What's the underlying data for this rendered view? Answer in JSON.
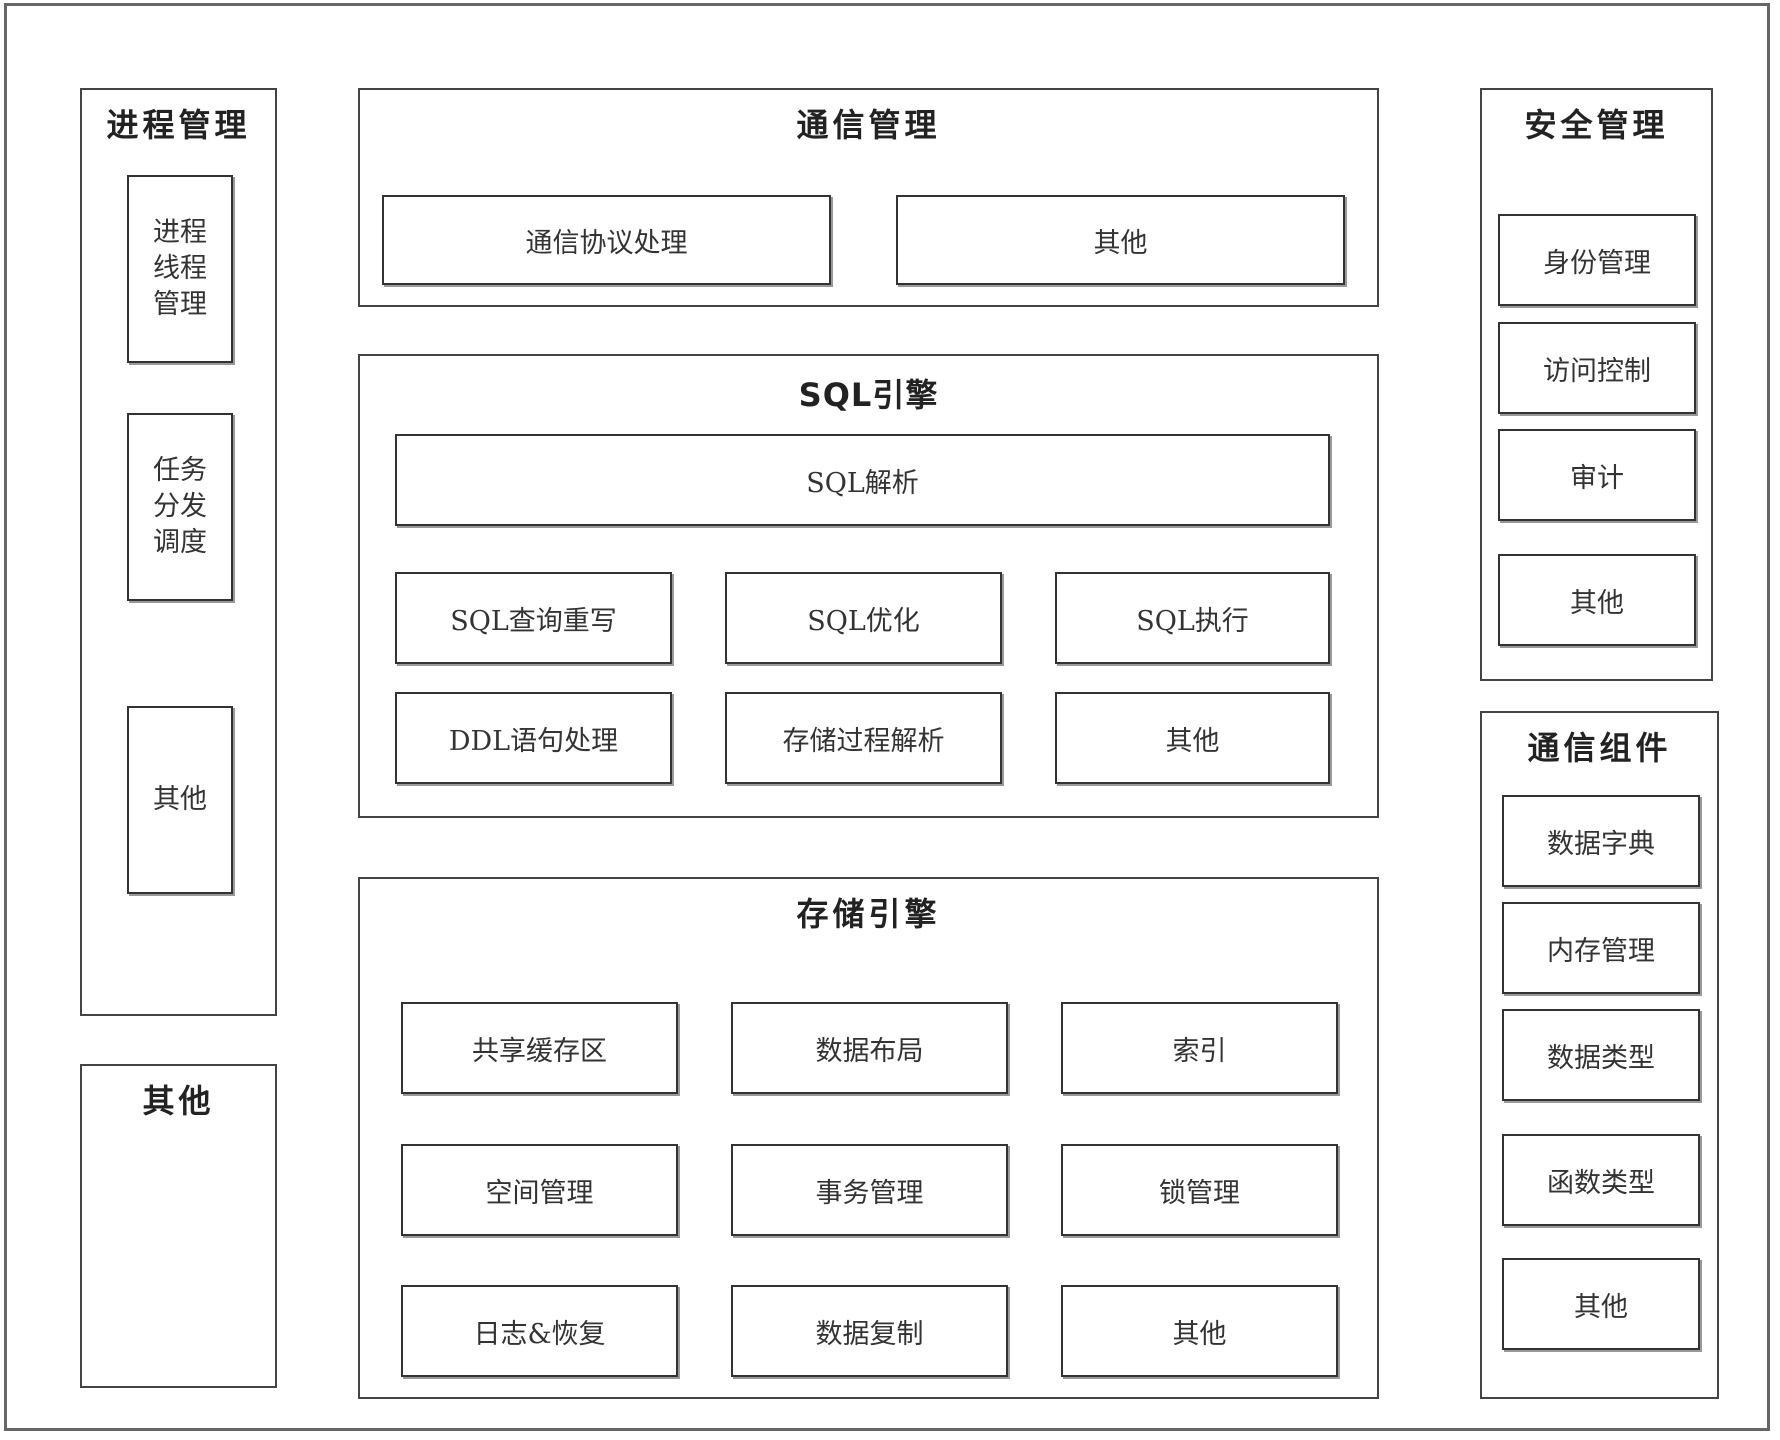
{
  "process_mgmt": {
    "title": "进程管理",
    "items": [
      "进程\n线程\n管理",
      "任务\n分发\n调度",
      "其他"
    ]
  },
  "left_other": {
    "title": "其他"
  },
  "comm_mgmt": {
    "title": "通信管理",
    "items": [
      "通信协议处理",
      "其他"
    ]
  },
  "sql_engine": {
    "title": "SQL引擎",
    "parse": "SQL解析",
    "items": [
      "SQL查询重写",
      "SQL优化",
      "SQL执行",
      "DDL语句处理",
      "存储过程解析",
      "其他"
    ]
  },
  "storage_engine": {
    "title": "存储引擎",
    "items": [
      "共享缓存区",
      "数据布局",
      "索引",
      "空间管理",
      "事务管理",
      "锁管理",
      "日志&恢复",
      "数据复制",
      "其他"
    ]
  },
  "security_mgmt": {
    "title": "安全管理",
    "items": [
      "身份管理",
      "访问控制",
      "审计",
      "其他"
    ]
  },
  "comm_components": {
    "title": "通信组件",
    "items": [
      "数据字典",
      "内存管理",
      "数据类型",
      "函数类型",
      "其他"
    ]
  }
}
